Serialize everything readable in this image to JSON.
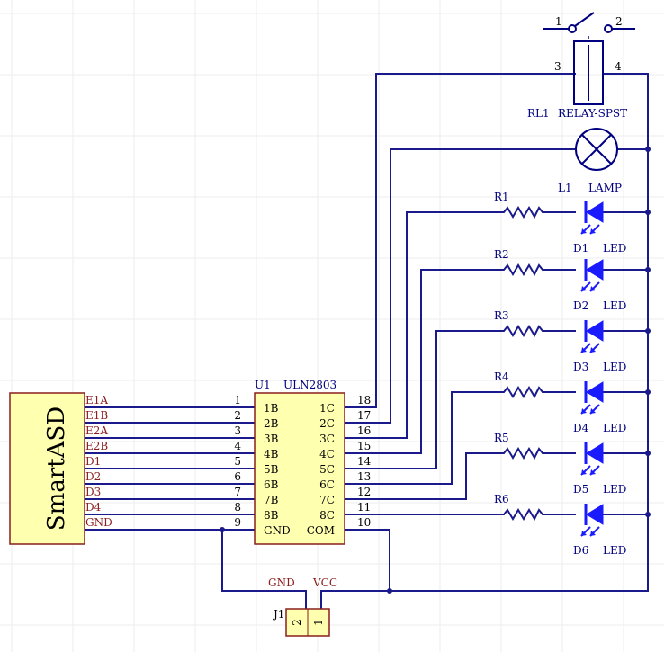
{
  "smartasd": {
    "name": "SmartASD",
    "pins": [
      "E1A",
      "E1B",
      "E2A",
      "E2B",
      "D1",
      "D2",
      "D3",
      "D4",
      "GND"
    ]
  },
  "u1": {
    "designator": "U1",
    "part": "ULN2803",
    "left_pin_numbers": [
      "1",
      "2",
      "3",
      "4",
      "5",
      "6",
      "7",
      "8",
      "9"
    ],
    "left_pin_names": [
      "1B",
      "2B",
      "3B",
      "4B",
      "5B",
      "6B",
      "7B",
      "8B",
      "GND"
    ],
    "right_pin_names": [
      "1C",
      "2C",
      "3C",
      "4C",
      "5C",
      "6C",
      "7C",
      "8C",
      "COM"
    ],
    "right_pin_numbers": [
      "18",
      "17",
      "16",
      "15",
      "14",
      "13",
      "12",
      "11",
      "10"
    ]
  },
  "relay": {
    "designator": "RL1",
    "part": "RELAY-SPST",
    "pin_numbers": [
      "1",
      "2",
      "3",
      "4"
    ]
  },
  "lamp": {
    "designator": "L1",
    "part": "LAMP"
  },
  "resistors": [
    "R1",
    "R2",
    "R3",
    "R4",
    "R5",
    "R6"
  ],
  "leds": [
    {
      "designator": "D1",
      "part": "LED"
    },
    {
      "designator": "D2",
      "part": "LED"
    },
    {
      "designator": "D3",
      "part": "LED"
    },
    {
      "designator": "D4",
      "part": "LED"
    },
    {
      "designator": "D5",
      "part": "LED"
    },
    {
      "designator": "D6",
      "part": "LED"
    }
  ],
  "j1": {
    "designator": "J1",
    "net_left": "GND",
    "net_right": "VCC",
    "pin_numbers": [
      "2",
      "1"
    ]
  },
  "colors": {
    "wire": "#1a1a8c",
    "component_body": "#ffffb0",
    "led": "#1a1aff",
    "pin_label": "#8a1e1e"
  }
}
